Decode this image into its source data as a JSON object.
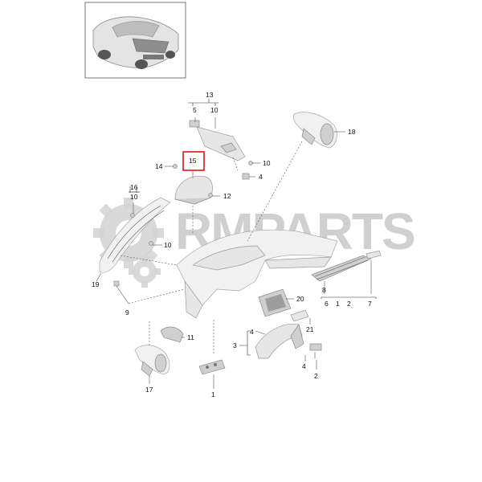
{
  "watermark": {
    "text": "RMPARTS"
  },
  "highlight": {
    "label": "15",
    "color": "#e0161e"
  },
  "labels": {
    "l13": "13",
    "l5": "5",
    "l10a": "10",
    "l18": "18",
    "l15": "15",
    "l14": "14",
    "l10b": "10",
    "l4a": "4",
    "l12": "12",
    "l16": "16",
    "l10c": "10",
    "l10d": "10",
    "l19": "19",
    "l20": "20",
    "l8": "8",
    "l6": "6",
    "l1a": "1",
    "l2a": "2",
    "l7": "7",
    "l9": "9",
    "l21": "21",
    "l11": "11",
    "l4b": "4",
    "l3": "3",
    "l4c": "4",
    "l2b": "2",
    "l17": "17",
    "l1b": "1"
  }
}
